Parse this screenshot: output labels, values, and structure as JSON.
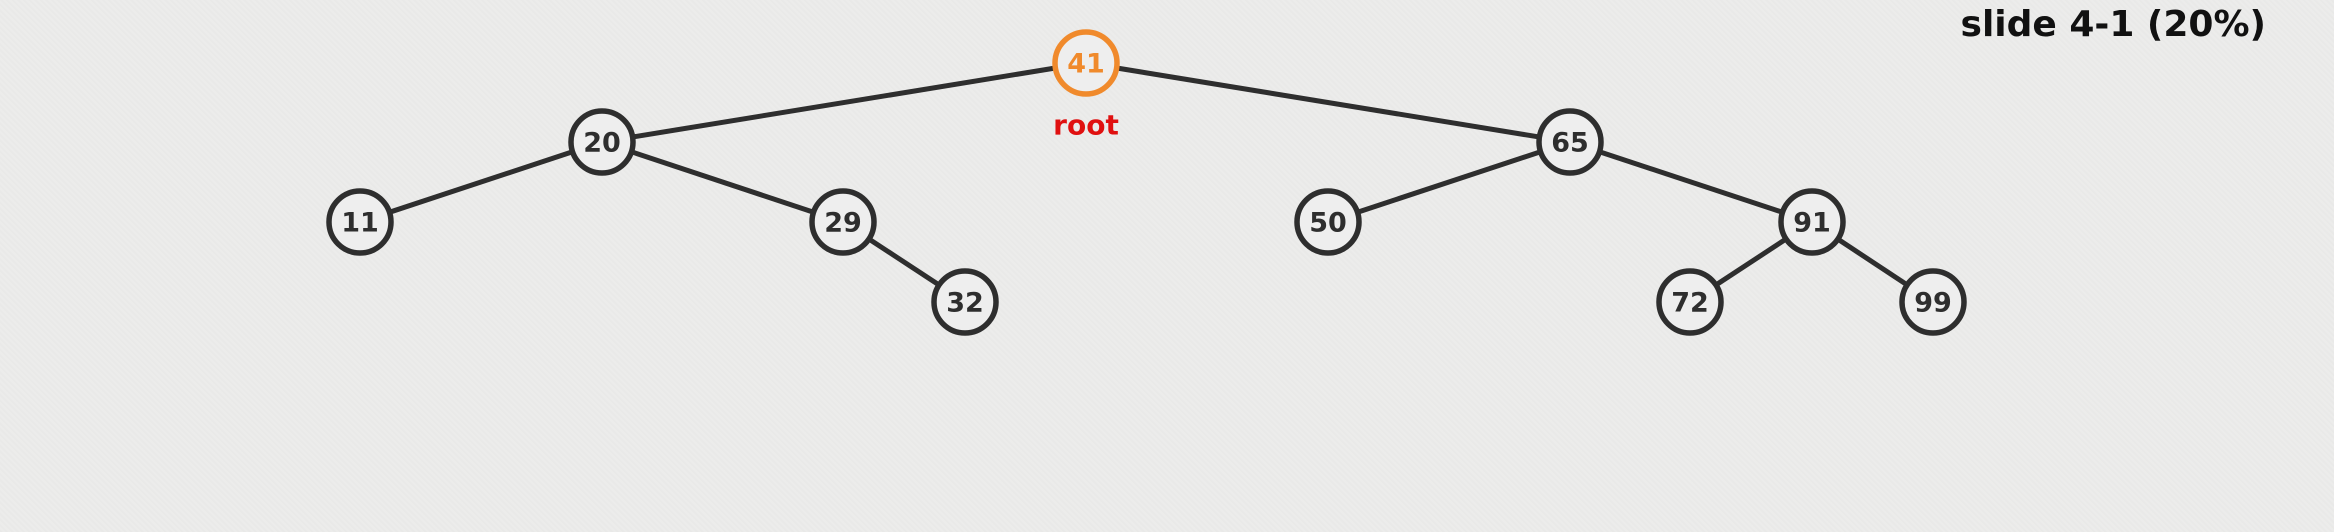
{
  "slide": {
    "label": "slide 4-1 (20%)"
  },
  "tree": {
    "root_label": "root",
    "highlight_color": "#f08a2c",
    "root_label_color": "#e01010",
    "node_color": "#2e2e2e",
    "nodes": [
      {
        "id": "n41",
        "value": "41",
        "highlighted": true
      },
      {
        "id": "n20",
        "value": "20",
        "highlighted": false
      },
      {
        "id": "n65",
        "value": "65",
        "highlighted": false
      },
      {
        "id": "n11",
        "value": "11",
        "highlighted": false
      },
      {
        "id": "n29",
        "value": "29",
        "highlighted": false
      },
      {
        "id": "n32",
        "value": "32",
        "highlighted": false
      },
      {
        "id": "n50",
        "value": "50",
        "highlighted": false
      },
      {
        "id": "n91",
        "value": "91",
        "highlighted": false
      },
      {
        "id": "n72",
        "value": "72",
        "highlighted": false
      },
      {
        "id": "n99",
        "value": "99",
        "highlighted": false
      }
    ],
    "edges": [
      [
        "n41",
        "n20"
      ],
      [
        "n41",
        "n65"
      ],
      [
        "n20",
        "n11"
      ],
      [
        "n20",
        "n29"
      ],
      [
        "n29",
        "n32"
      ],
      [
        "n65",
        "n50"
      ],
      [
        "n65",
        "n91"
      ],
      [
        "n91",
        "n72"
      ],
      [
        "n91",
        "n99"
      ]
    ],
    "root": "n41"
  }
}
